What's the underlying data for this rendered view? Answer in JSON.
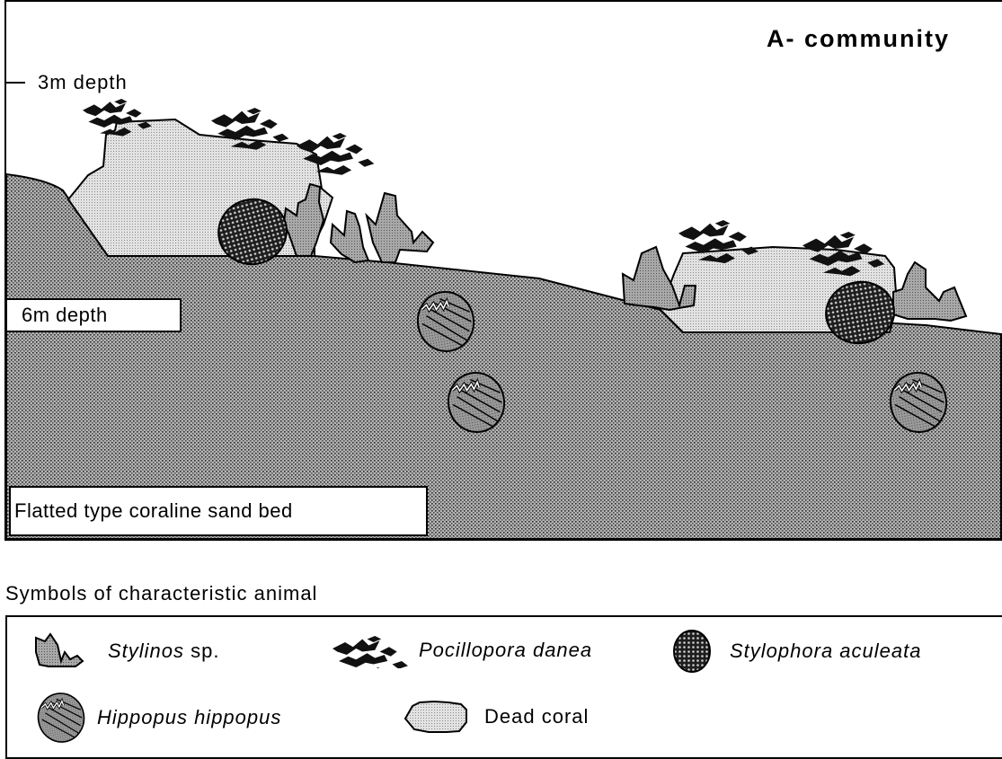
{
  "title": "A- community",
  "depth_labels": {
    "shallow": "3m depth",
    "deep": "6m depth"
  },
  "substrate_label": "Flatted type coraline sand bed",
  "legend": {
    "heading": "Symbols of characteristic animal",
    "items": [
      {
        "name": "Stylinos",
        "suffix": " sp.",
        "icon": "stylinos-icon"
      },
      {
        "name": "Pocillopora danea",
        "suffix": "",
        "icon": "pocillopora-icon"
      },
      {
        "name": "Stylophora aculeata",
        "suffix": "",
        "icon": "stylophora-icon"
      },
      {
        "name": "Hippopus hippopus",
        "suffix": "",
        "icon": "hippopus-icon"
      },
      {
        "name": "Dead coral",
        "suffix": "",
        "icon": "dead-coral-icon"
      }
    ]
  },
  "colors": {
    "sand": "#8c8c8c",
    "dead_coral": "#d2d2d2",
    "stylinos": "#9a9a9a",
    "dark_coral": "#3a3a3a"
  }
}
